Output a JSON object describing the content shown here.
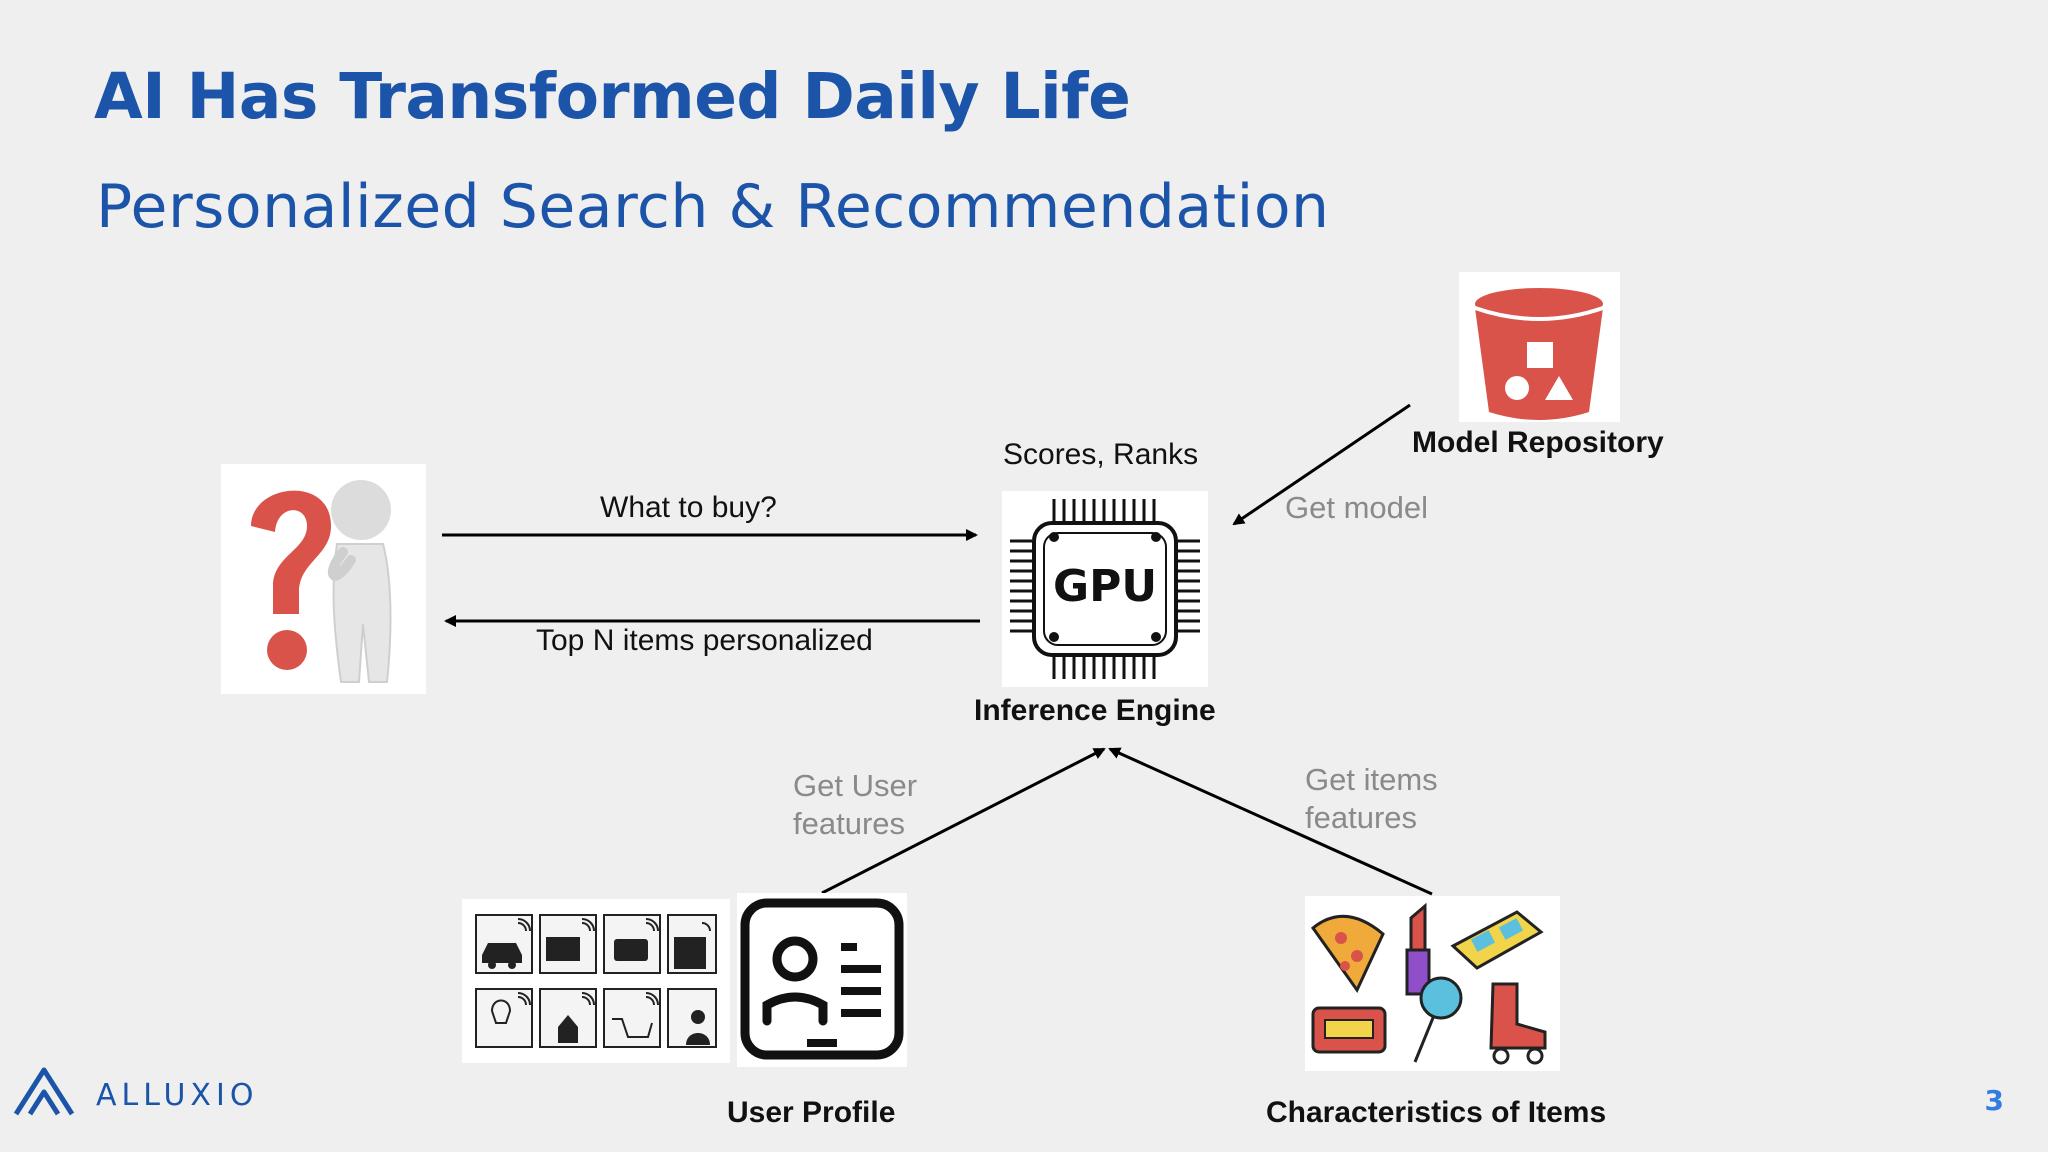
{
  "slide": {
    "title": "AI Has Transformed Daily Life",
    "subtitle": "Personalized Search & Recommendation",
    "page_number": "3"
  },
  "brand": {
    "logo_text": "ALLUXIO",
    "color": "#1b54a8"
  },
  "diagram": {
    "nodes": {
      "user": {
        "icon": "thinking-person-question-mark-icon"
      },
      "inference_engine": {
        "label": "Inference Engine",
        "chip_text": "GPU",
        "icon": "gpu-chip-icon"
      },
      "model_repository": {
        "label": "Model Repository",
        "icon": "storage-bucket-icon",
        "color": "#d9534a"
      },
      "user_profile": {
        "label": "User Profile",
        "icon": "profile-card-icon"
      },
      "items": {
        "label": "Characteristics of Items",
        "icon": "items-collage-icon"
      }
    },
    "edges": {
      "query": "What to buy?",
      "results": "Top N items personalized",
      "scores": "Scores, Ranks",
      "get_model": "Get model",
      "get_user_features": [
        "Get User",
        "features"
      ],
      "get_item_features": [
        "Get items",
        "features"
      ]
    }
  }
}
